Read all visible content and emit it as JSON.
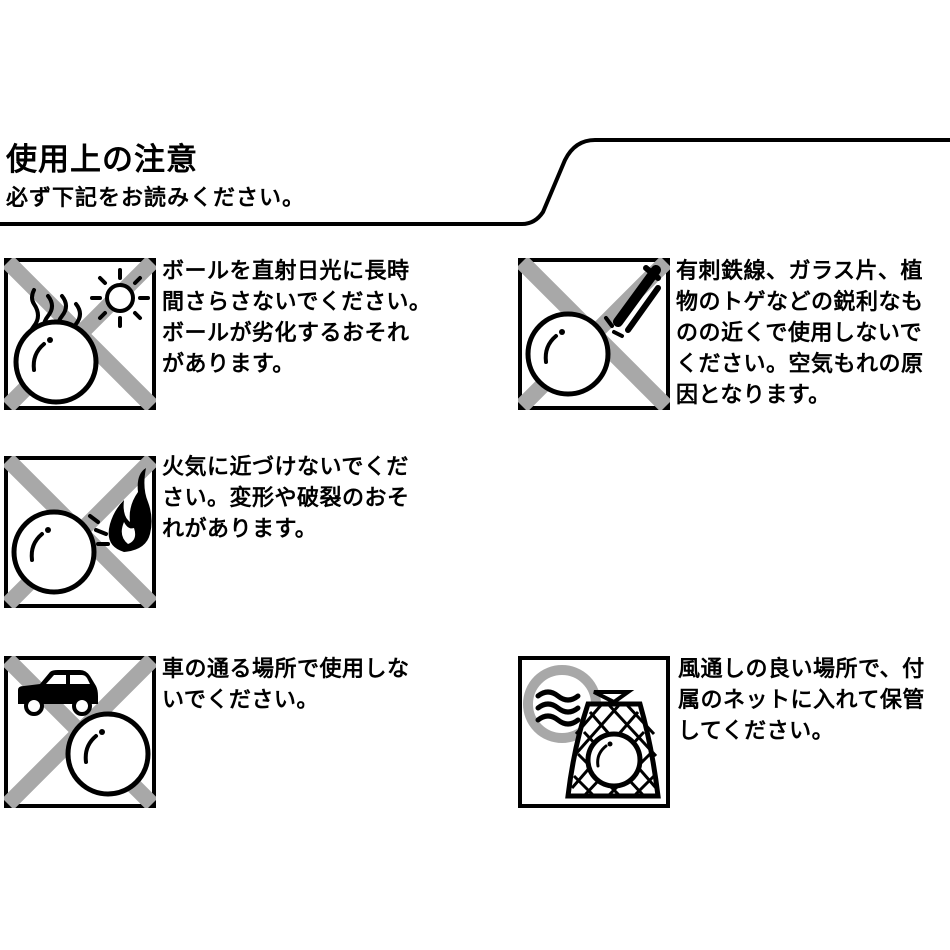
{
  "header": {
    "title": "使用上の注意",
    "subtitle": "必ず下記をお読みください。"
  },
  "cautions": [
    {
      "id": "sun",
      "text": "ボールを直射日光に長時\n間さらさないでください。\nボールが劣化するおそれ\nがあります。"
    },
    {
      "id": "sharp",
      "text": "有刺鉄線、ガラス片、植\n物のトゲなどの鋭利なも\nのの近くで使用しないで\nください。空気もれの原\n因となります。"
    },
    {
      "id": "fire",
      "text": "火気に近づけないでくだ\nさい。変形や破裂のおそ\nれがあります。"
    },
    {
      "id": "car",
      "text": "車の通る場所で使用しな\nいでください。"
    },
    {
      "id": "storage",
      "text": "風通しの良い場所で、付\n属のネットに入れて保管\nしてください。"
    }
  ],
  "colors": {
    "prohibit_cross": "#a8a8a8",
    "ink": "#000000",
    "storage_circle": "#a8a8a8"
  }
}
